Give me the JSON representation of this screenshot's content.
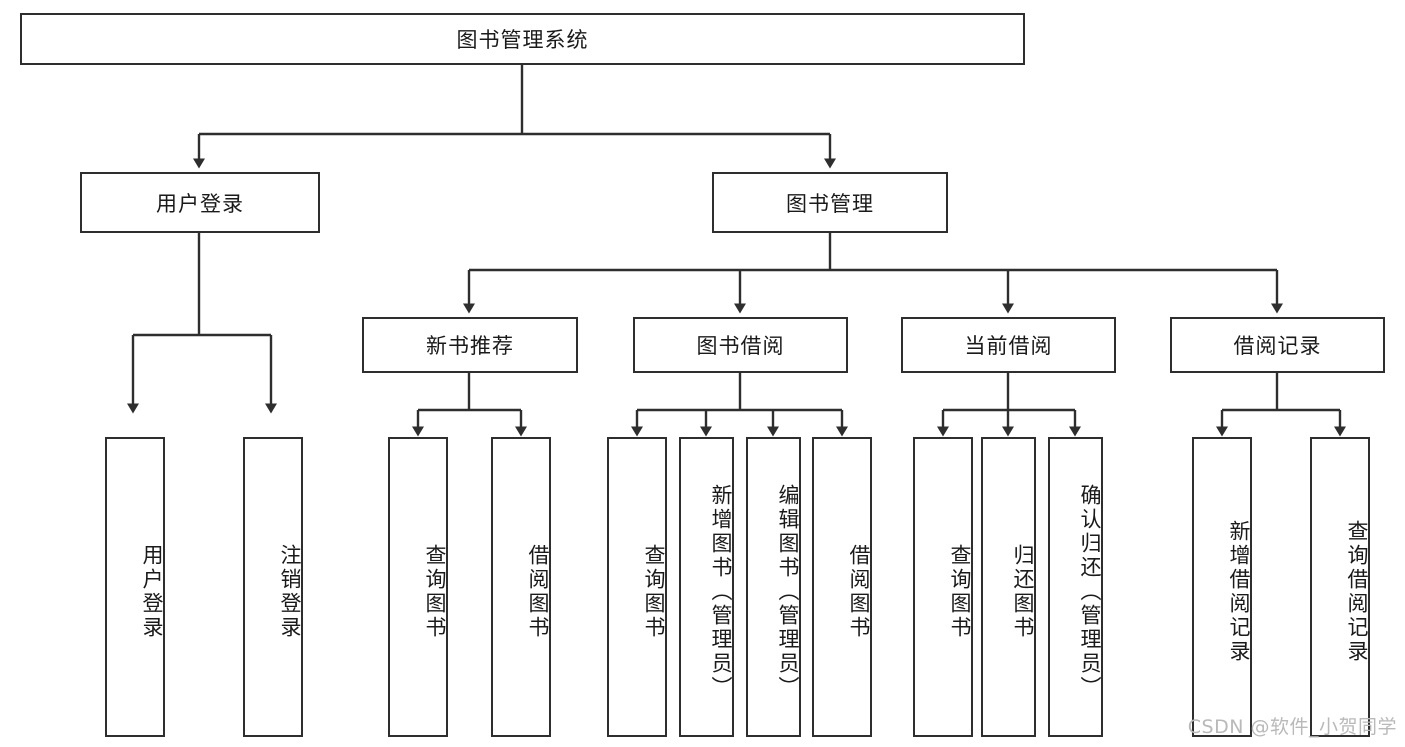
{
  "diagram": {
    "title_node": {
      "label": "图书管理系统"
    },
    "level2": [
      {
        "id": "user-login",
        "label": "用户登录"
      },
      {
        "id": "book-management",
        "label": "图书管理"
      }
    ],
    "level3": [
      {
        "id": "new-book-recommend",
        "label": "新书推荐"
      },
      {
        "id": "book-borrow",
        "label": "图书借阅"
      },
      {
        "id": "current-borrow",
        "label": "当前借阅"
      },
      {
        "id": "borrow-record",
        "label": "借阅记录"
      }
    ],
    "leaves": {
      "user_login": [
        {
          "id": "leaf-user-login",
          "label": "用户登录"
        },
        {
          "id": "leaf-logout-login",
          "label": "注销登录"
        }
      ],
      "new_book_recommend": [
        {
          "id": "leaf-query-book-1",
          "label": "查询图书"
        },
        {
          "id": "leaf-borrow-book-1",
          "label": "借阅图书"
        }
      ],
      "book_borrow": [
        {
          "id": "leaf-query-book-2",
          "label": "查询图书"
        },
        {
          "id": "leaf-add-book",
          "label": "新增图书（管理员）"
        },
        {
          "id": "leaf-edit-book",
          "label": "编辑图书（管理员）"
        },
        {
          "id": "leaf-borrow-book-2",
          "label": "借阅图书"
        }
      ],
      "current_borrow": [
        {
          "id": "leaf-query-book-3",
          "label": "查询图书"
        },
        {
          "id": "leaf-return-book",
          "label": "归还图书"
        },
        {
          "id": "leaf-confirm-return",
          "label": "确认归还（管理员）"
        }
      ],
      "borrow_record": [
        {
          "id": "leaf-add-record",
          "label": "新增借阅记录"
        },
        {
          "id": "leaf-query-record",
          "label": "查询借阅记录"
        }
      ]
    }
  },
  "watermark": {
    "text": "CSDN @软件_小贺同学"
  },
  "colors": {
    "stroke": "#2e2e2e",
    "background": "#ffffff",
    "text": "#1a1a1a",
    "watermark": "#b9b9b9"
  }
}
